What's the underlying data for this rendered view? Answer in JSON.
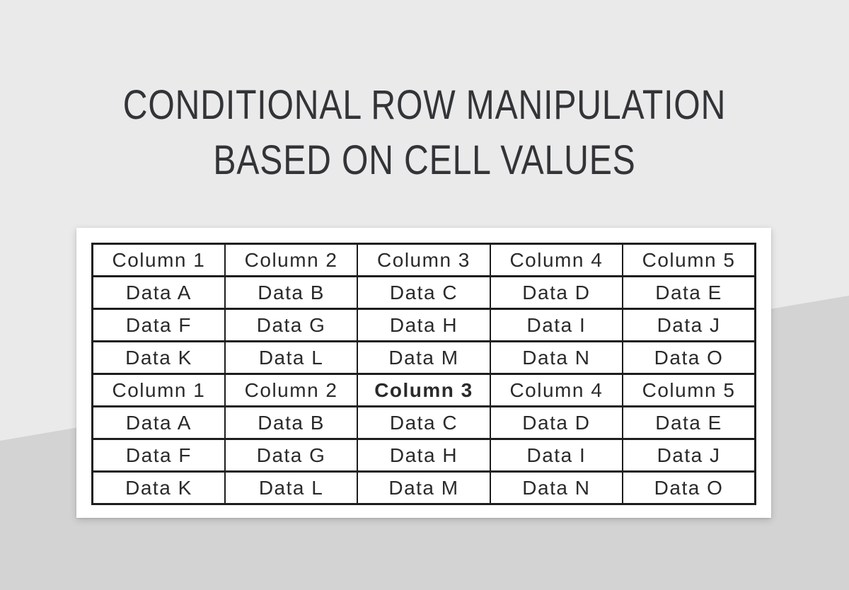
{
  "title": {
    "line1": "CONDITIONAL ROW MANIPULATION",
    "line2": "BASED ON CELL VALUES"
  },
  "table": {
    "columns": [
      "Column 1",
      "Column 2",
      "Column 3",
      "Column 4",
      "Column 5"
    ],
    "sections": [
      {
        "header": [
          "Column 1",
          "Column 2",
          "Column 3",
          "Column 4",
          "Column 5"
        ],
        "bold_header_index": -1,
        "rows": [
          [
            "Data A",
            "Data B",
            "Data C",
            "Data D",
            "Data E"
          ],
          [
            "Data F",
            "Data G",
            "Data H",
            "Data I",
            "Data J"
          ],
          [
            "Data K",
            "Data L",
            "Data M",
            "Data N",
            "Data O"
          ]
        ]
      },
      {
        "header": [
          "Column 1",
          "Column 2",
          "Column 3",
          "Column 4",
          "Column 5"
        ],
        "bold_header_index": 2,
        "rows": [
          [
            "Data A",
            "Data B",
            "Data C",
            "Data D",
            "Data E"
          ],
          [
            "Data F",
            "Data G",
            "Data H",
            "Data I",
            "Data J"
          ],
          [
            "Data K",
            "Data L",
            "Data M",
            "Data N",
            "Data O"
          ]
        ]
      }
    ]
  },
  "colors": {
    "bg_top": "#eaeaea",
    "bg_bottom": "#d3d3d3",
    "card_bg": "#ffffff",
    "border": "#1d1d1d",
    "cell_text": "#2a2a2a",
    "title_text": "#323437"
  }
}
